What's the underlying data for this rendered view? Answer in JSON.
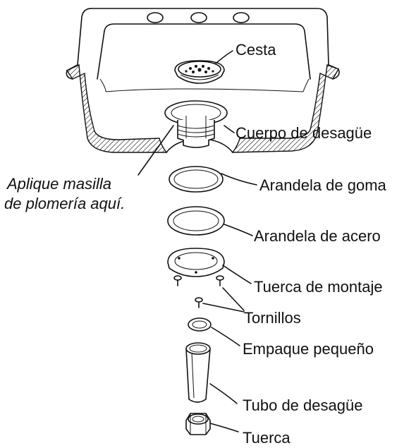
{
  "diagram": {
    "parts": [
      {
        "id": "basket",
        "label": "Cesta"
      },
      {
        "id": "drain-body",
        "label": "Cuerpo de desagüe"
      },
      {
        "id": "rubber-washer",
        "label": "Arandela de goma"
      },
      {
        "id": "steel-washer",
        "label": "Arandela de acero"
      },
      {
        "id": "mounting-nut",
        "label": "Tuerca de montaje"
      },
      {
        "id": "screws",
        "label": "Tornillos"
      },
      {
        "id": "small-gasket",
        "label": "Empaque pequeño"
      },
      {
        "id": "drain-tube",
        "label": "Tubo de desagüe"
      },
      {
        "id": "nut",
        "label": "Tuerca"
      }
    ],
    "note": {
      "line1": "Aplique masilla",
      "line2": "de plomería aquí."
    }
  }
}
